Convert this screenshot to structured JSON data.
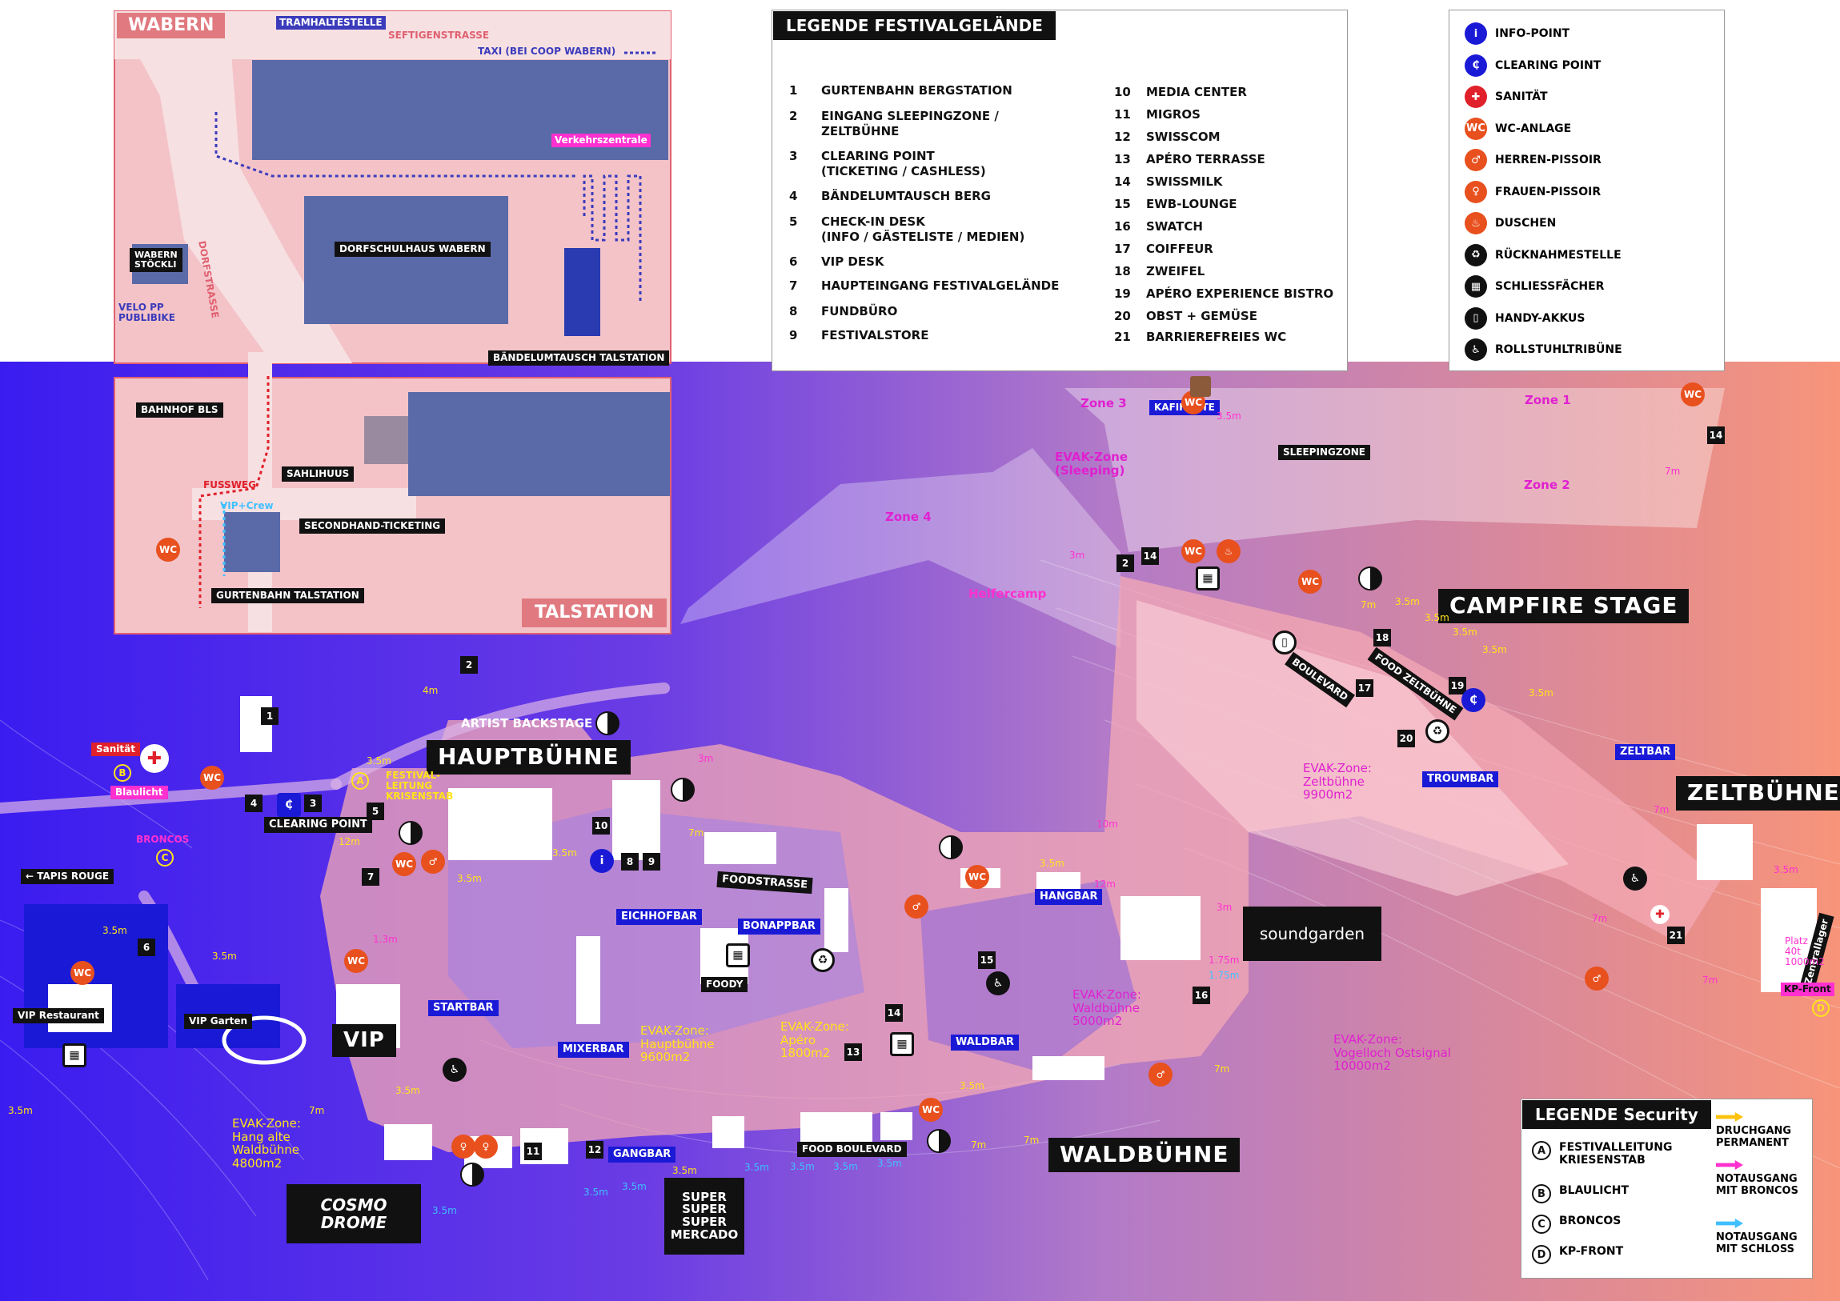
{
  "inset": {
    "wabern": "WABERN",
    "talstation": "TALSTATION",
    "tramhaltestelle": "TRAMHALTESTELLE",
    "seftigenstrasse": "SEFTIGENSTRASSE",
    "taxi": "TAXI (BEI COOP WABERN)",
    "verkehrszentrale": "Verkehrszentrale",
    "dorfstrasse": "DORFSTRASSE",
    "wabern_stoeckli": "WABERN\nSTÖCKLI",
    "dorfschulhaus": "DORFSCHULHAUS WABERN",
    "velo_pp": "VELO PP\nPUBLIBIKE",
    "baendelumtausch_tal": "BÄNDELUMTAUSCH TALSTATION",
    "bahnhof_bls": "BAHNHOF BLS",
    "sahlihuus": "SAHLIHUUS",
    "fussweg": "FUSSWEG",
    "vip_crew": "VIP+Crew",
    "secondhand": "SECONDHAND-TICKETING",
    "gurtenbahn_tal": "GURTENBAHN TALSTATION",
    "wc": "WC"
  },
  "legend_main": {
    "title": "LEGENDE FESTIVALGELÄNDE",
    "items_left": [
      {
        "n": "1",
        "label": "GURTENBAHN BERGSTATION"
      },
      {
        "n": "2",
        "label": "EINGANG SLEEPINGZONE /\nZELTBÜHNE"
      },
      {
        "n": "3",
        "label": "CLEARING POINT\n(TICKETING / CASHLESS)"
      },
      {
        "n": "4",
        "label": "BÄNDELUMTAUSCH BERG"
      },
      {
        "n": "5",
        "label": "CHECK-IN DESK\n(INFO / GÄSTELISTE / MEDIEN)"
      },
      {
        "n": "6",
        "label": "VIP DESK"
      },
      {
        "n": "7",
        "label": "HAUPTEINGANG FESTIVALGELÄNDE"
      },
      {
        "n": "8",
        "label": "FUNDBÜRO"
      },
      {
        "n": "9",
        "label": "FESTIVALSTORE"
      }
    ],
    "items_right": [
      {
        "n": "10",
        "label": "MEDIA CENTER"
      },
      {
        "n": "11",
        "label": "MIGROS"
      },
      {
        "n": "12",
        "label": "SWISSCOM"
      },
      {
        "n": "13",
        "label": "APÉRO TERRASSE"
      },
      {
        "n": "14",
        "label": "SWISSMILK"
      },
      {
        "n": "15",
        "label": "EWB-LOUNGE"
      },
      {
        "n": "16",
        "label": "SWATCH"
      },
      {
        "n": "17",
        "label": "COIFFEUR"
      },
      {
        "n": "18",
        "label": "ZWEIFEL"
      },
      {
        "n": "19",
        "label": "APÉRO EXPERIENCE BISTRO"
      },
      {
        "n": "20",
        "label": "OBST + GEMÜSE"
      },
      {
        "n": "21",
        "label": "BARRIEREFREIES WC"
      }
    ]
  },
  "legend_symbols": [
    {
      "icon": "info-icon",
      "glyph": "i",
      "label": "INFO-POINT",
      "color": "#1a1ad6"
    },
    {
      "icon": "clearing-point-icon",
      "glyph": "₵",
      "label": "CLEARING POINT",
      "color": "#1a1ad6"
    },
    {
      "icon": "sanitaet-icon",
      "glyph": "✚",
      "label": "SANITÄT",
      "color": "#e0202a"
    },
    {
      "icon": "wc-icon",
      "glyph": "WC",
      "label": "WC-ANLAGE",
      "color": "#e8501e"
    },
    {
      "icon": "herren-pissoir-icon",
      "glyph": "♂",
      "label": "HERREN-PISSOIR",
      "color": "#e8501e"
    },
    {
      "icon": "frauen-pissoir-icon",
      "glyph": "♀",
      "label": "FRAUEN-PISSOIR",
      "color": "#e8501e"
    },
    {
      "icon": "duschen-icon",
      "glyph": "♨",
      "label": "DUSCHEN",
      "color": "#e8501e"
    },
    {
      "icon": "ruecknahmestelle-icon",
      "glyph": "♻",
      "label": "RÜCKNAHMESTELLE",
      "color": "#111111"
    },
    {
      "icon": "schliessfaecher-icon",
      "glyph": "▦",
      "label": "SCHLIESSFÄCHER",
      "color": "#111111"
    },
    {
      "icon": "handy-akkus-icon",
      "glyph": "▯",
      "label": "HANDY-AKKUS",
      "color": "#111111"
    },
    {
      "icon": "rollstuhl-icon",
      "glyph": "♿",
      "label": "ROLLSTUHLTRIBÜNE",
      "color": "#111111"
    }
  ],
  "legend_security": {
    "title": "LEGENDE Security",
    "items": [
      {
        "letter": "A",
        "label": "FESTIVALLEITUNG\nKRIESENSTAB"
      },
      {
        "letter": "B",
        "label": "BLAULICHT"
      },
      {
        "letter": "C",
        "label": "BRONCOS"
      },
      {
        "letter": "D",
        "label": "KP-FRONT"
      }
    ],
    "arrows": [
      {
        "label": "DRUCHGANG\nPERMANENT",
        "color": "#ffc20e"
      },
      {
        "label": "NOTAUSGANG\nMIT BRONCOS",
        "color": "#ff30d0"
      },
      {
        "label": "NOTAUSGANG\nMIT SCHLOSS",
        "color": "#40c0ff"
      }
    ]
  },
  "stages": {
    "hauptbuehne": "HAUPTBÜHNE",
    "waldbuehne": "WALDBÜHNE",
    "zeltbuehne": "ZELTBÜHNE",
    "campfire": "CAMPFIRE STAGE",
    "vip": "VIP",
    "soundgarden": "soundgarden",
    "cosmodrome": "COSMO\nDROME",
    "supermercado": "SUPER\nSUPER\nSUPER\nMERCADO"
  },
  "places": {
    "artist_backstage": "ARTIST BACKSTAGE",
    "clearing_point": "CLEARING POINT",
    "festivalleitung": "FESTIVAL-\nLEITUNG\nKRISENSTAB",
    "sanitaet": "Sanität",
    "blaulicht": "Blaulicht",
    "broncos": "BRONCOS",
    "tapis_rouge": "← TAPIS ROUGE",
    "vip_restaurant": "VIP Restaurant",
    "vip_garten": "VIP Garten",
    "startbar": "STARTBAR",
    "mixerbar": "MIXERBAR",
    "gangbar": "GANGBAR",
    "food_boulevard": "FOOD BOULEVARD",
    "waldbar": "WALDBAR",
    "hangbar": "HANGBAR",
    "eichhofbar": "EICHHOFBAR",
    "bonappbar": "BONAPPBAR",
    "foodstrasse": "FOODSTRASSE",
    "foody": "FOODY",
    "kafihuette": "KAFIHÜTTE",
    "sleepingzone": "SLEEPINGZONE",
    "boulevard": "BOULEVARD",
    "food_zeltbuehne": "FOOD ZELTBÜHNE",
    "zeltbar": "ZELTBAR",
    "troumbar": "TROUMBAR",
    "zentrallager": "Zentrallager",
    "platz": "Platz\n40t\n1000m2",
    "kp_front": "KP-Front",
    "helfercamp": "Helfercamp"
  },
  "zones": {
    "zone1": "Zone 1",
    "zone2": "Zone 2",
    "zone3": "Zone 3",
    "zone4": "Zone 4",
    "evak_sleeping": "EVAK-Zone\n(Sleeping)",
    "evak_zeltbuehne": "EVAK-Zone:\nZeltbühne\n9900m2",
    "evak_waldbuehne": "EVAK-Zone:\nWaldbühne\n5000m2",
    "evak_vogelloch": "EVAK-Zone:\nVogelloch Ostsignal\n10000m2",
    "evak_hauptbuehne": "EVAK-Zone:\nHauptbühne\n9600m2",
    "evak_apero": "EVAK-Zone:\nApéro\n1800m2",
    "evak_hang": "EVAK-Zone:\nHang alte\nWaldbühne\n4800m2"
  },
  "distances": {
    "d3_5": "3.5m",
    "d4": "4m",
    "d3": "3m",
    "d7": "7m",
    "d12": "12m",
    "d1_3": "1.3m",
    "d10": "10m",
    "d1_75": "1.75m"
  },
  "colors": {
    "bg_blue": "#3b1cf0",
    "bg_violet": "#8a5ad8",
    "bg_pink": "#f0907a",
    "path": "#f0a0a8",
    "inset_bg": "#f3c3c8",
    "inset_block": "#5a6aa8",
    "wc": "#e8501e",
    "info": "#1a1ad6",
    "magenta": "#ff30d0",
    "yellow": "#ffc20e",
    "cyan": "#40c0ff"
  }
}
